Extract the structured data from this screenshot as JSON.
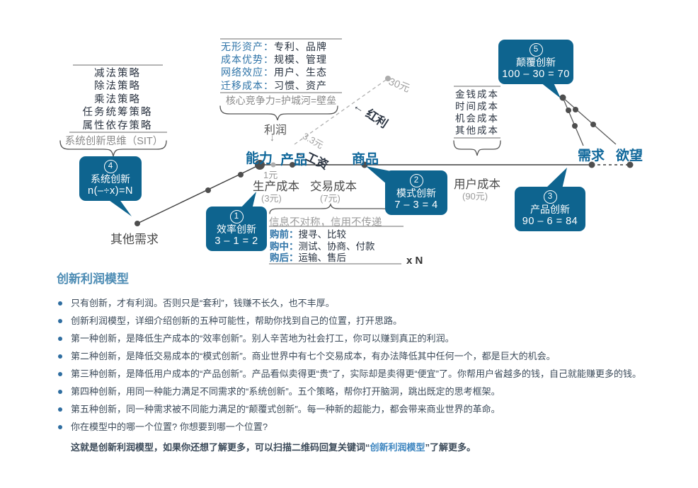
{
  "colors": {
    "callout_bg": "#0e648f",
    "axis_blue": "#11689b",
    "label_blue": "#2f74a8",
    "title_blue": "#4d8cb4",
    "highlight_blue": "#3e86c0",
    "body_text": "#3c4b5a",
    "muted_gray": "#999999"
  },
  "diagram": {
    "sit": {
      "items": [
        "减法策略",
        "除法策略",
        "乘法策略",
        "任务统筹策略",
        "属性依存策略"
      ],
      "caption": "系统创新思维（SIT）"
    },
    "moat": {
      "rows": [
        {
          "label": "无形资产：",
          "value": "专利、品牌"
        },
        {
          "label": "成本优势：",
          "value": "规模、管理"
        },
        {
          "label": "网络效应：",
          "value": "用户、生态"
        },
        {
          "label": "迁移成本：",
          "value": "习惯、资产"
        }
      ],
      "caption": "核心竞争力=护城河=壁垒",
      "profit": "利润",
      "arrow": "↓"
    },
    "user_cost_kinds": {
      "items": [
        "金钱成本",
        "时间成本",
        "机会成本",
        "其他成本"
      ]
    },
    "axis": {
      "ability": "能力",
      "product": "产品",
      "wage": "←工资",
      "goods": "商品",
      "demand": "需求",
      "desire": "欲望",
      "other_demand": "其他需求",
      "one_yuan": "1元",
      "three_three_yuan": "3.3元",
      "thirty_yuan": "30元",
      "bonus": "← 红利"
    },
    "costs": {
      "production": {
        "name": "生产成本",
        "price": "(3元)"
      },
      "transaction": {
        "name": "交易成本",
        "price": "(7元)"
      },
      "user": {
        "name": "用户成本",
        "price": "(90元)"
      }
    },
    "transaction_detail": {
      "heading": "信息不对称，信用不传递",
      "rows": [
        {
          "label": "购前：",
          "value": "搜寻、比较"
        },
        {
          "label": "购中：",
          "value": "测试、协商、付款"
        },
        {
          "label": "购后：",
          "value": "运输、售后"
        }
      ],
      "multiplier": "x N"
    },
    "callouts": {
      "efficiency": {
        "num": "1",
        "title": "效率创新",
        "formula": "3 – 1 = 2"
      },
      "model": {
        "num": "2",
        "title": "模式创新",
        "formula": "7 – 3 = 4"
      },
      "product": {
        "num": "3",
        "title": "产品创新",
        "formula": "90 – 6 = 84"
      },
      "system": {
        "num": "4",
        "title": "系统创新",
        "formula": "n(–÷x)=N"
      },
      "disrupt": {
        "num": "5",
        "title": "颠覆创新",
        "formula": "100 – 30 = 70"
      }
    }
  },
  "notes": {
    "title": "创新利润模型",
    "bullets": [
      "只有创新，才有利润。否则只是“套利”，钱赚不长久，也不丰厚。",
      "创新利润模型，详细介绍创新的五种可能性，帮助你找到自己的位置，打开思路。",
      "第一种创新，是降低生产成本的“效率创新”。别人辛苦地为社会打工，你可以赚到真正的利润。",
      "第二种创新，是降低交易成本的“模式创新”。商业世界中有七个交易成本，有办法降低其中任何一个，都是巨大的机会。",
      "第三种创新，是降低用户成本的“产品创新”。产品看似卖得更“贵”了，实际却是卖得更“便宜”了。你帮用户省越多的钱，自己就能赚更多的钱。",
      "第四种创新，用同一种能力满足不同需求的“系统创新”。五个策略，帮你打开脑洞，跳出既定的思考框架。",
      "第五种创新，同一种需求被不同能力满足的“颠覆式创新”。每一种新的超能力，都会带来商业世界的革命。",
      "你在模型中的哪一个位置? 你想要到哪一个位置?"
    ],
    "footer_pre": "这就是创新利润模型，如果你还想了解更多，可以扫描二维码回复关键词“",
    "footer_highlight": "创新利润模型",
    "footer_post": "”了解更多。"
  }
}
